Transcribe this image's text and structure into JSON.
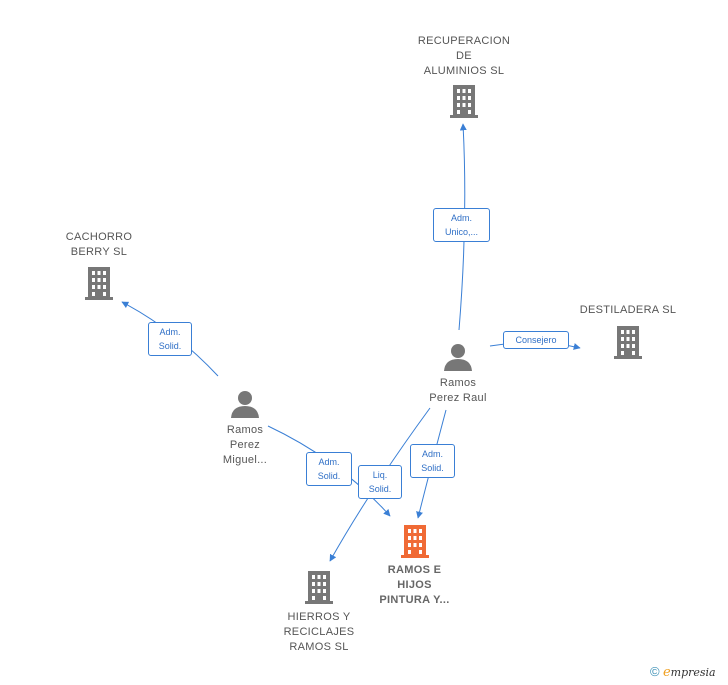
{
  "colors": {
    "edge": "#3a7fd5",
    "company_icon": "#777777",
    "focus_icon": "#f06a35",
    "person_icon": "#777777"
  },
  "nodes": {
    "recuperacion": {
      "label": "RECUPERACION\nDE\nALUMINIOS  SL",
      "icon": "building-icon"
    },
    "cachorro": {
      "label": "CACHORRO\nBERRY  SL",
      "icon": "building-icon"
    },
    "destiladera": {
      "label": "DESTILADERA SL",
      "icon": "building-icon"
    },
    "raul": {
      "label": "Ramos\nPerez Raul",
      "icon": "person-icon"
    },
    "miguel": {
      "label": "Ramos\nPerez\nMiguel...",
      "icon": "person-icon"
    },
    "ramos_hijos": {
      "label": "RAMOS E\nHIJOS\nPINTURA Y...",
      "icon": "building-icon"
    },
    "hierros": {
      "label": "HIERROS Y\nRECICLAJES\nRAMOS SL",
      "icon": "building-icon"
    }
  },
  "edges": {
    "raul_recuperacion": "Adm.\nUnico,...",
    "raul_destiladera": "Consejero",
    "raul_ramos_hijos": "Adm.\nSolid.",
    "raul_hierros": "Liq.\nSolid.",
    "miguel_cachorro": "Adm.\nSolid.",
    "miguel_ramos_hijos": "Adm.\nSolid."
  },
  "footer": {
    "copyright": "©",
    "brand_initial": "e",
    "brand_rest": "mpresia"
  }
}
